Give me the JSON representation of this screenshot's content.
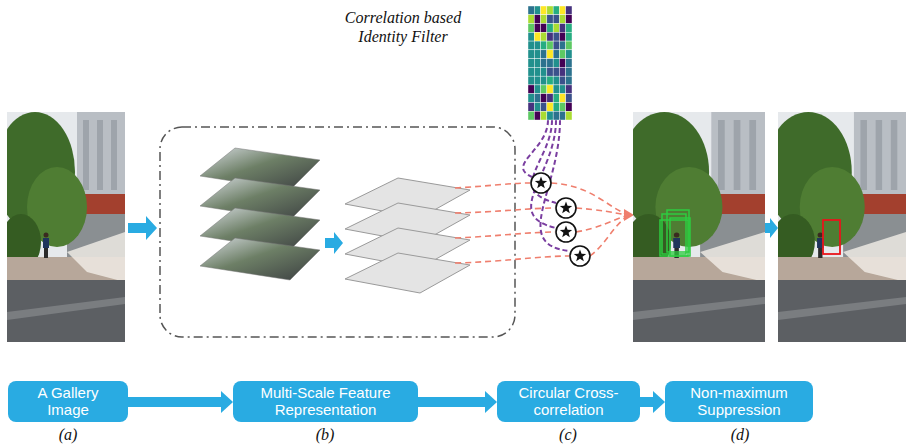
{
  "diagram": {
    "nodes": [
      {
        "text": [
          "A Gallery Image"
        ]
      },
      {
        "text": [
          "Multi-Scale Feature Representation"
        ]
      },
      {
        "text": [
          "Circular Cross-correlation"
        ]
      },
      {
        "text": [
          "Non-maximum Suppression"
        ]
      }
    ],
    "edges": [
      {
        "from": 0,
        "to": 1,
        "arrow": "to"
      },
      {
        "from": 1,
        "to": 2,
        "arrow": "to"
      },
      {
        "from": 2,
        "to": 3,
        "arrow": "to"
      }
    ],
    "labels": [
      "Correlation based Identity Filter",
      "(a)",
      "(b)",
      "(c)",
      "(d)"
    ]
  }
}
